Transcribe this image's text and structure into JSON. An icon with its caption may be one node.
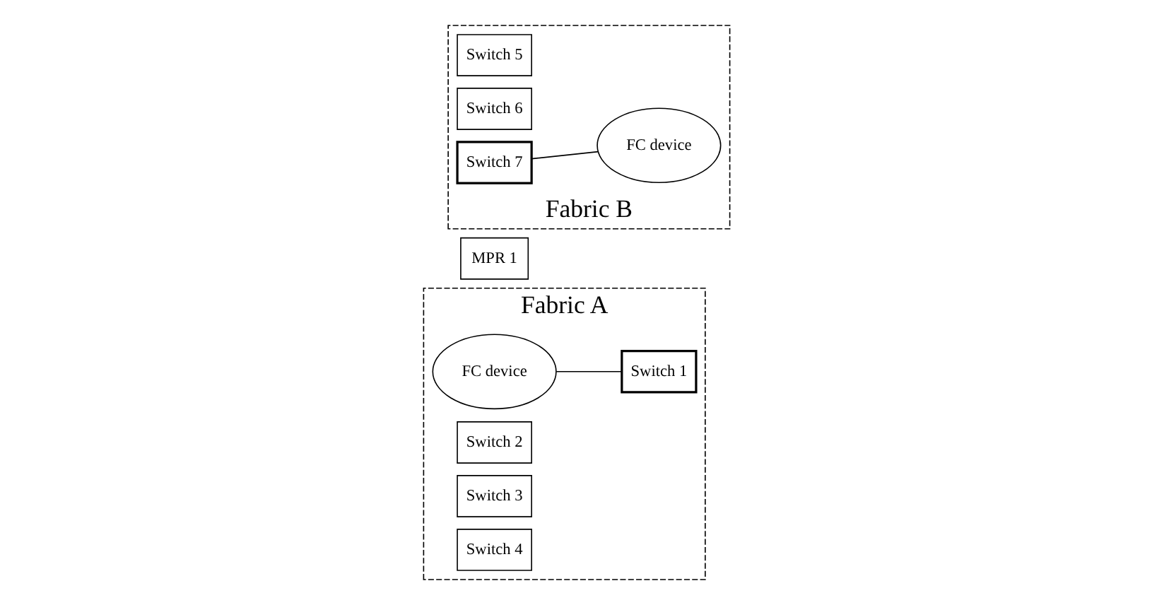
{
  "diagram": {
    "nodes": [
      {
        "text": [
          "Fabric A"
        ]
      },
      {
        "text": [
          "FC device"
        ],
        "in": 0
      },
      {
        "text": [
          "Switch 1"
        ],
        "in": 0
      },
      {
        "text": [
          "Switch 2"
        ],
        "in": 0
      },
      {
        "text": [
          "Switch 3"
        ],
        "in": 0
      },
      {
        "text": [
          "Switch 4"
        ],
        "in": 0
      },
      {
        "text": [
          "MPR 1"
        ]
      },
      {
        "text": [
          "Fabric B"
        ]
      },
      {
        "text": [
          "Switch 5"
        ],
        "in": 7
      },
      {
        "text": [
          "Switch 6"
        ],
        "in": 7
      },
      {
        "text": [
          "Switch 7"
        ],
        "in": 7
      },
      {
        "text": [
          "FC device"
        ],
        "in": 7
      }
    ],
    "edges": [
      {
        "from": 1,
        "to": 2,
        "arrow": "none"
      },
      {
        "from": 10,
        "to": 11,
        "arrow": "none"
      }
    ]
  }
}
